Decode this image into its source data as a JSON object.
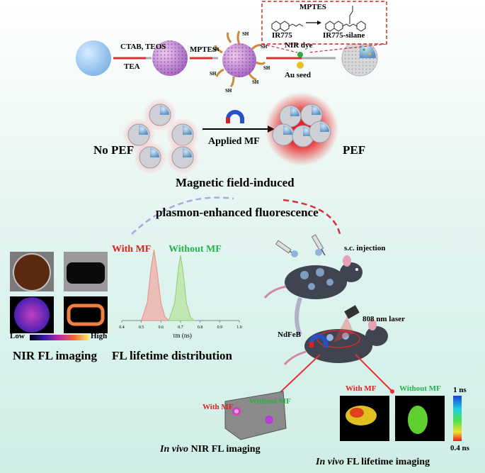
{
  "synthesis": {
    "step1_top": "CTAB, TEOS",
    "step1_bottom": "TEA",
    "step2": "MPTES",
    "step3_top": "NIR dye",
    "step3_bottom": "Au seed",
    "thiol_label": "SH",
    "inset": {
      "reagent": "MPTES",
      "from": "IR775",
      "to": "IR775-silane"
    }
  },
  "pef": {
    "left_label": "No PEF",
    "right_label": "PEF",
    "arrow_label": "Applied MF",
    "caption_line1": "Magnetic field-induced",
    "caption_line2": "plasmon-enhanced fluorescence"
  },
  "nir_imaging": {
    "scale_low": "Low",
    "scale_high": "High",
    "caption": "NIR FL imaging"
  },
  "chart_data": {
    "type": "area",
    "title": "FL lifetime distribution",
    "xlabel": "τm (ns)",
    "ylabel": "",
    "xlim": [
      0.4,
      1.0
    ],
    "xticks": [
      "0.4",
      "0.5",
      "0.6",
      "0.7",
      "0.8",
      "0.9",
      "1.0"
    ],
    "grid": false,
    "series": [
      {
        "name": "With MF",
        "color": "#f28b86",
        "x": [
          0.5,
          0.53,
          0.55,
          0.565,
          0.58,
          0.6,
          0.62,
          0.64
        ],
        "values": [
          0.0,
          0.25,
          0.75,
          1.0,
          0.7,
          0.25,
          0.05,
          0.0
        ]
      },
      {
        "name": "Without MF",
        "color": "#a9dc8a",
        "x": [
          0.64,
          0.67,
          0.69,
          0.7,
          0.715,
          0.73,
          0.75,
          0.77
        ],
        "values": [
          0.0,
          0.25,
          0.75,
          0.92,
          0.65,
          0.25,
          0.05,
          0.0
        ]
      }
    ]
  },
  "mouse": {
    "injection": "s.c. injection",
    "magnet": "NdFeB",
    "laser": "808 nm laser"
  },
  "invivo_nir": {
    "with": "With MF",
    "without": "Without MF",
    "caption_italic": "In vivo",
    "caption_rest": " NIR FL imaging"
  },
  "invivo_lt": {
    "with": "With MF",
    "without": "Without MF",
    "scale_top": "1 ns",
    "scale_bottom": "0.4 ns",
    "caption_italic": "In vivo",
    "caption_rest": " FL lifetime imaging"
  },
  "colors": {
    "red": "#e0201d",
    "green": "#27b24a"
  }
}
